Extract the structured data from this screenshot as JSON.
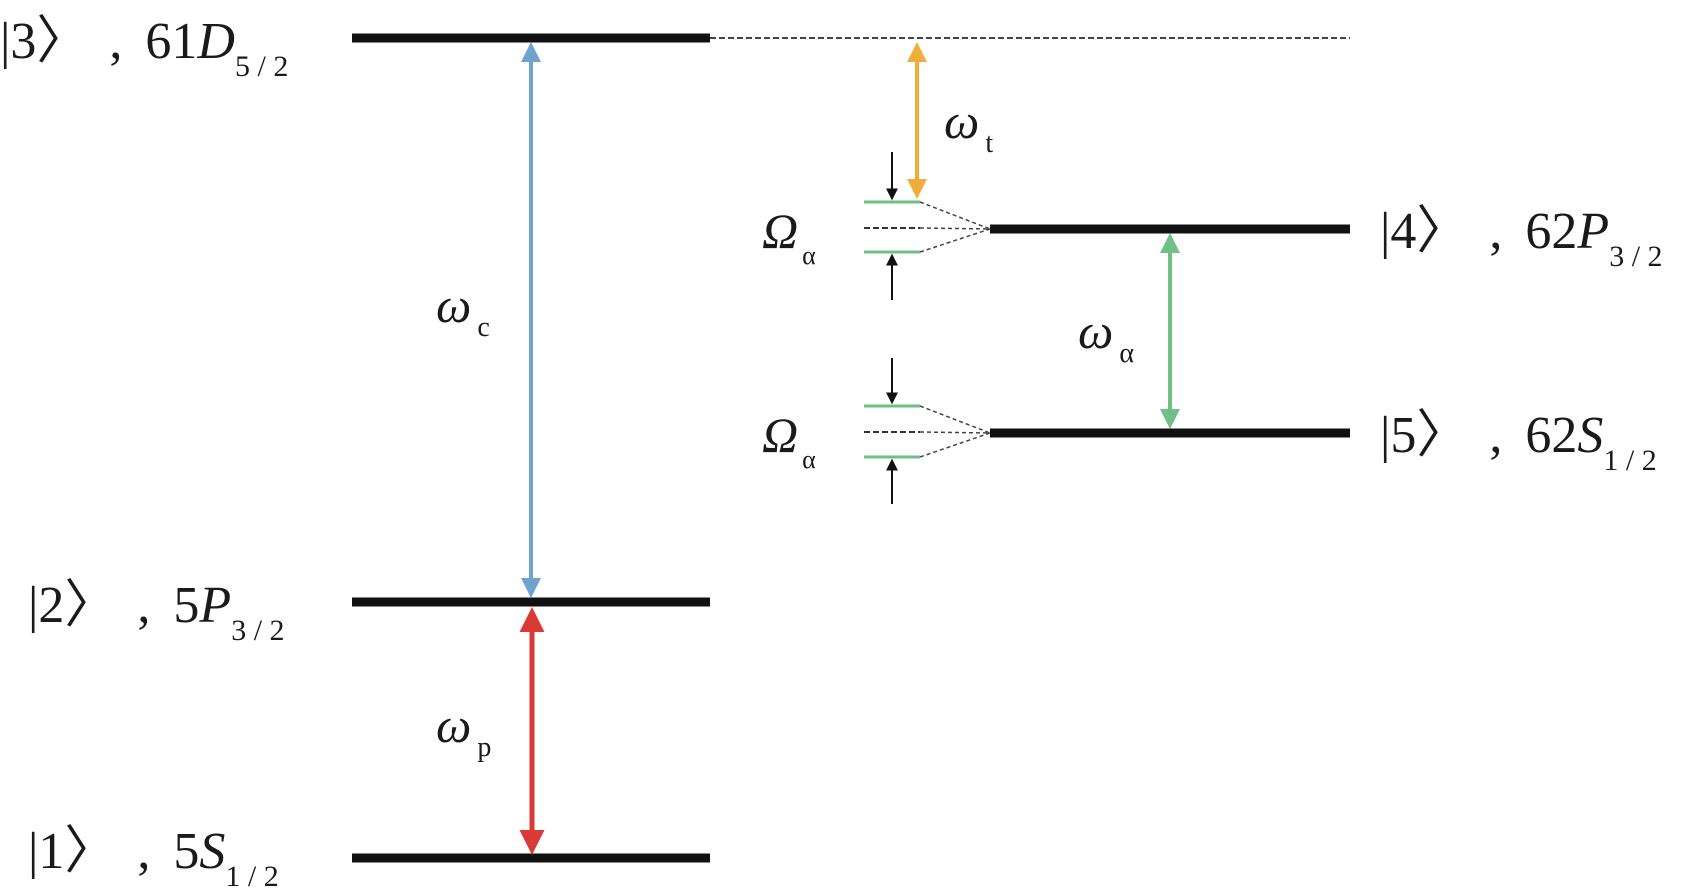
{
  "colors": {
    "level": "#111111",
    "probe": "#d93a35",
    "coupling": "#6fa3cf",
    "rf_alpha": "#6fbf86",
    "rf_t": "#f0ad3c",
    "split_line": "#6fbf86",
    "guide": "#444444"
  },
  "levels": {
    "l1": {
      "ket": "|1〉",
      "n": "5",
      "L": "S",
      "j": "1 / 2"
    },
    "l2": {
      "ket": "|2〉",
      "n": "5",
      "L": "P",
      "j": "3 / 2"
    },
    "l3": {
      "ket": "|3〉",
      "n": "61",
      "L": "D",
      "j": "5 / 2"
    },
    "l4": {
      "ket": "|4〉",
      "n": "62",
      "L": "P",
      "j": "3 / 2"
    },
    "l5": {
      "ket": "|5〉",
      "n": "62",
      "L": "S",
      "j": "1 / 2"
    }
  },
  "transitions": {
    "probe": {
      "sym": "ω",
      "sub": "p"
    },
    "coupling": {
      "sym": "ω",
      "sub": "c"
    },
    "rf_alpha": {
      "sym": "ω",
      "sub": "α"
    },
    "rf_t": {
      "sym": "ω",
      "sub": "t"
    }
  },
  "splittings": {
    "upper": {
      "sym": "Ω",
      "sub": "α"
    },
    "lower": {
      "sym": "Ω",
      "sub": "α"
    }
  },
  "separator": ","
}
